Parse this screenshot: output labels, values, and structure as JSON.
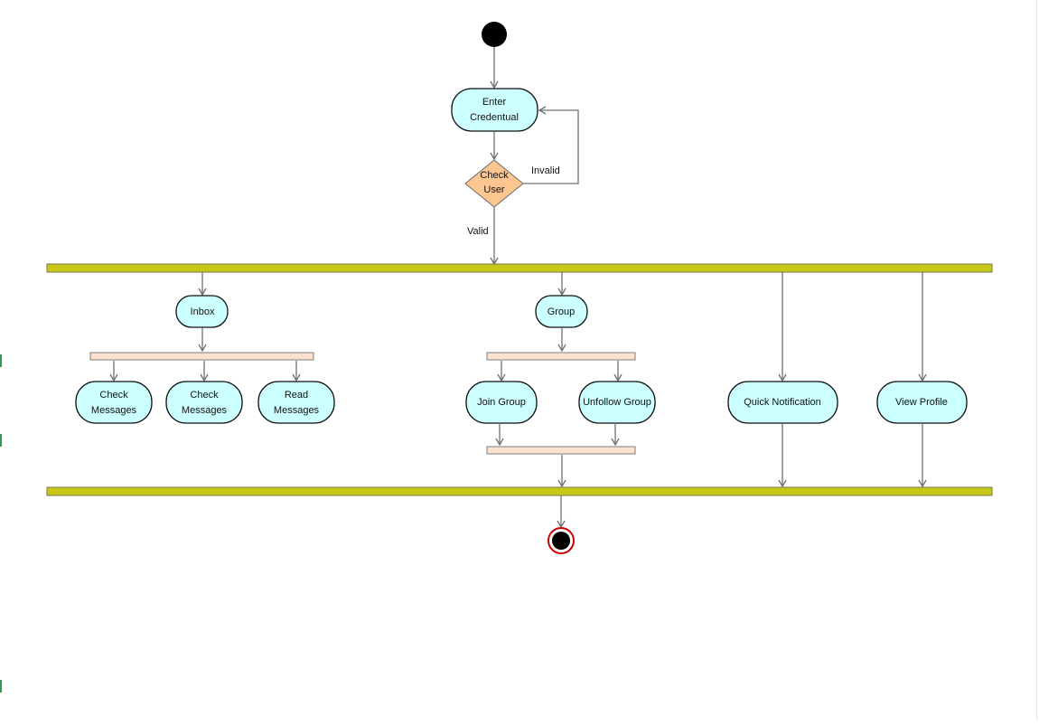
{
  "diagram": {
    "start": {
      "id": "start"
    },
    "end": {
      "id": "end"
    },
    "nodes": [
      {
        "id": "enter",
        "label_lines": [
          "Enter",
          "Credentual"
        ]
      },
      {
        "id": "inbox",
        "label_lines": [
          "Inbox"
        ]
      },
      {
        "id": "group",
        "label_lines": [
          "Group"
        ]
      },
      {
        "id": "check1",
        "label_lines": [
          "Check",
          "Messages"
        ]
      },
      {
        "id": "check2",
        "label_lines": [
          "Check",
          "Messages"
        ]
      },
      {
        "id": "read",
        "label_lines": [
          "Read",
          "Messages"
        ]
      },
      {
        "id": "join",
        "label_lines": [
          "Join Group"
        ]
      },
      {
        "id": "unfollow",
        "label_lines": [
          "Unfollow Group"
        ]
      },
      {
        "id": "quick",
        "label_lines": [
          "Quick Notification"
        ]
      },
      {
        "id": "profile",
        "label_lines": [
          "View Profile"
        ]
      }
    ],
    "decision": {
      "id": "check_user",
      "label_lines": [
        "Check",
        "User"
      ]
    },
    "edge_labels": {
      "invalid": "Invalid",
      "valid": "Valid"
    },
    "colors": {
      "action_fill": "#ccffff",
      "decision_fill": "#fdc58f",
      "major_bar_fill": "#c8c819",
      "minor_bar_fill": "#fbe1ce",
      "end_ring": "#cc0000"
    }
  }
}
